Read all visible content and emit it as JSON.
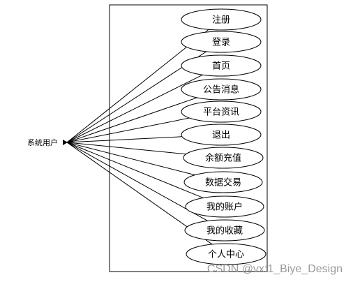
{
  "actor": {
    "name": "系统用户"
  },
  "use_cases": [
    "注册",
    "登录",
    "首页",
    "公告消息",
    "平台资讯",
    "退出",
    "余额充值",
    "数据交易",
    "我的账户",
    "我的收藏",
    "个人中心"
  ],
  "watermark": "CSDN @vx:1_Biye_Design"
}
